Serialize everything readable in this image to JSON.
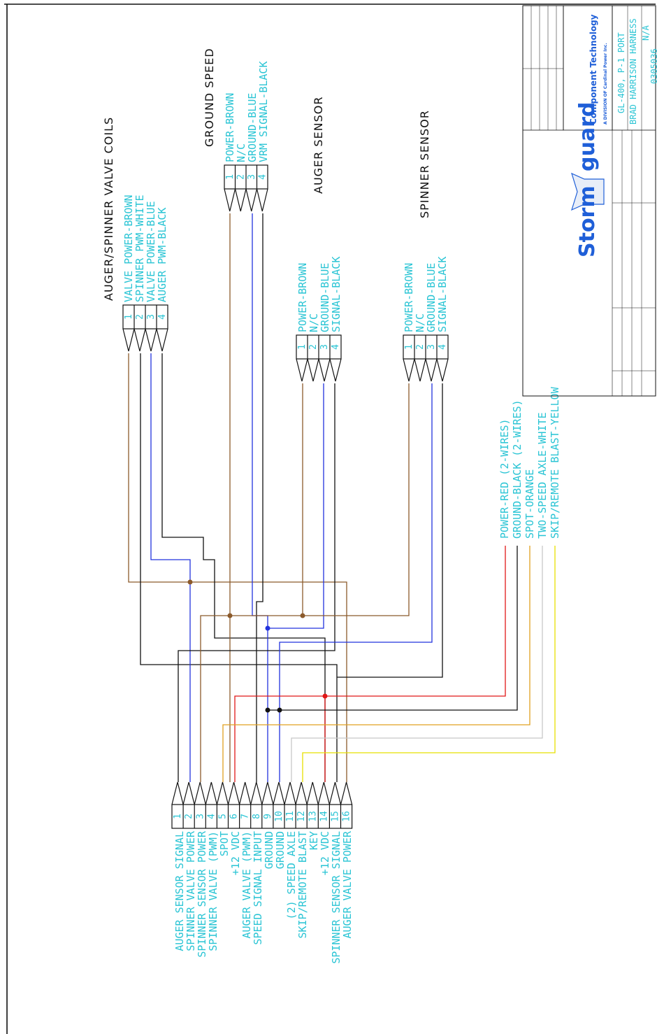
{
  "connectors": {
    "main": {
      "pins": [
        "1",
        "2",
        "3",
        "4",
        "5",
        "6",
        "7",
        "8",
        "9",
        "10",
        "11",
        "12",
        "13",
        "14",
        "15",
        "16"
      ],
      "labels": [
        "AUGER SENSOR SIGNAL",
        "SPINNER VALVE POWER",
        "SPINNER SENSOR POWER",
        "SPINNER VALVE (PWM)",
        "SPOT",
        "+12 VDC",
        "AUGER VALVE (PWM)",
        "SPEED SIGNAL INPUT",
        "GROUND",
        "GROUND",
        "(2) SPEED AXLE",
        "SKIP/REMOTE BLAST",
        "KEY",
        "+12 VDC",
        "SPINNER SENSOR SIGNAL",
        "AUGER VALVE POWER"
      ]
    },
    "valve_coils": {
      "title": "AUGER/SPINNER VALVE COILS",
      "pins": [
        "1",
        "2",
        "3",
        "4"
      ],
      "labels": [
        "VALVE POWER-BROWN",
        "SPINNER PWM-WHITE",
        "VALVE POWER-BLUE",
        "AUGER PWM-BLACK"
      ]
    },
    "ground_speed": {
      "title": "GROUND SPEED",
      "pins": [
        "1",
        "2",
        "3",
        "4"
      ],
      "labels": [
        "POWER-BROWN",
        "N/C",
        "GROUND-BLUE",
        "VRM SIGNAL-BLACK"
      ]
    },
    "auger_sensor": {
      "title": "AUGER SENSOR",
      "pins": [
        "1",
        "2",
        "3",
        "4"
      ],
      "labels": [
        "POWER-BROWN",
        "N/C",
        "GROUND-BLUE",
        "SIGNAL-BLACK"
      ]
    },
    "spinner_sensor": {
      "title": "SPINNER SENSOR",
      "pins": [
        "1",
        "2",
        "3",
        "4"
      ],
      "labels": [
        "POWER-BROWN",
        "N/C",
        "GROUND-BLUE",
        "SIGNAL-BLACK"
      ]
    }
  },
  "loose_wires": [
    "POWER-RED (2-WIRES)",
    "GROUND-BLACK (2-WIRES)",
    "SPOT-ORANGE",
    "TWO-SPEED AXLE-WHITE",
    "SKIP/REMOTE BLAST-YELLOW"
  ],
  "wire_colors": {
    "brown": "#8b5a2b",
    "black": "#111111",
    "blue": "#2233dd",
    "red": "#e01818",
    "orange": "#e0a020",
    "white": "#c8c8c8",
    "yellow": "#e8e000"
  },
  "title_block": {
    "brand_left": "Storm",
    "brand_right": "guard",
    "company": "Component Technology",
    "division": "A DIVISION OF Cardinal Power Inc.",
    "part": "GL-400, P-1 PORT",
    "name": "BRAD HARRISON HARNESS",
    "scale": "N/A",
    "doc_number": "0305036"
  }
}
